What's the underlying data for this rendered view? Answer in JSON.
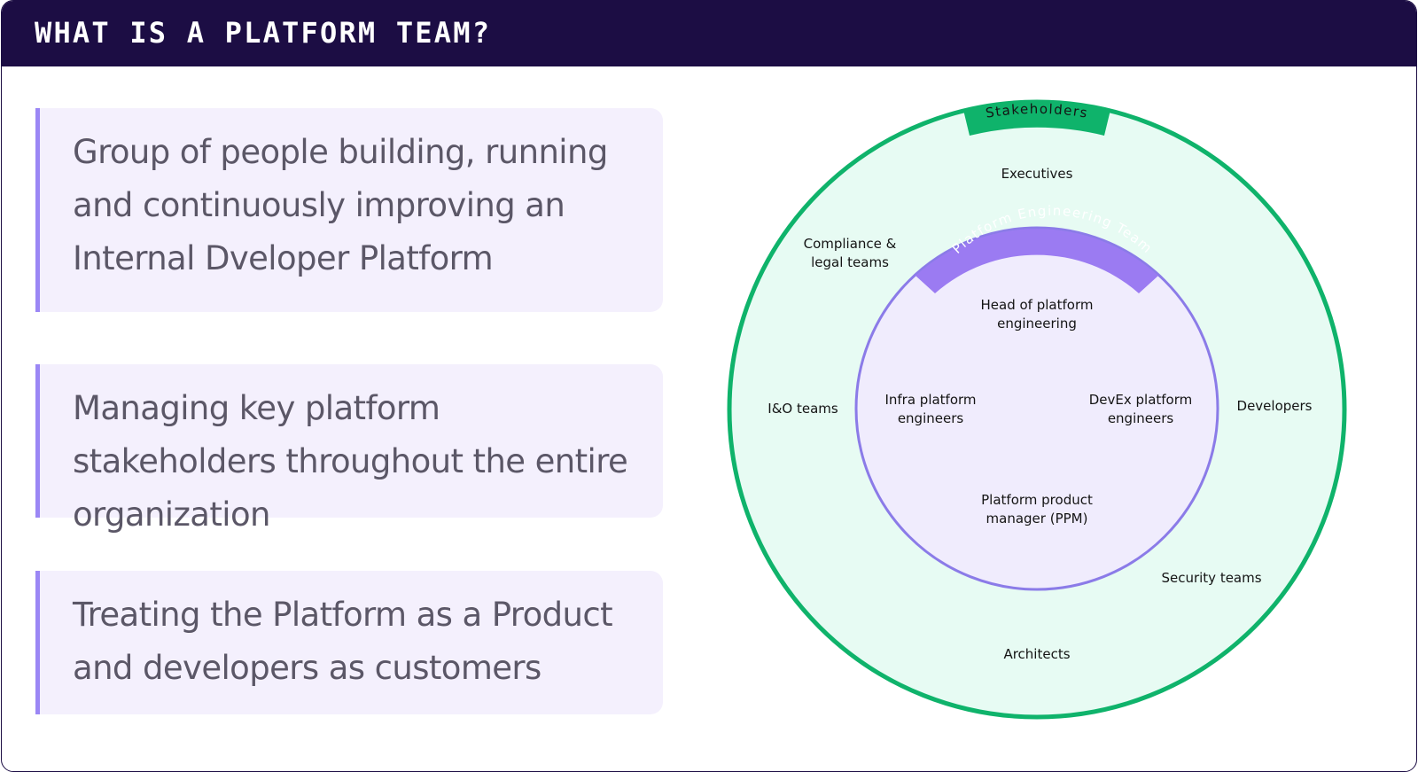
{
  "header": {
    "title": "WHAT IS A PLATFORM TEAM?"
  },
  "cards": [
    {
      "text": "Group of people building, running and continuously improving an Internal Dveloper Platform"
    },
    {
      "text": "Managing key platform stakeholders throughout the entire organization"
    },
    {
      "text": "Treating the Platform as a Product and developers as customers"
    }
  ],
  "diagram": {
    "outer_ring_label": "Stakeholders",
    "inner_ring_label": "Platform Engineering Team",
    "stakeholders": {
      "executives": "Executives",
      "compliance_line1": "Compliance &",
      "compliance_line2": "legal teams",
      "io_teams": "I&O teams",
      "developers": "Developers",
      "security_teams": "Security teams",
      "architects": "Architects"
    },
    "team": {
      "head_line1": "Head of platform",
      "head_line2": "engineering",
      "infra_line1": "Infra platform",
      "infra_line2": "engineers",
      "devex_line1": "DevEx platform",
      "devex_line2": "engineers",
      "ppm_line1": "Platform product",
      "ppm_line2": "manager (PPM)"
    },
    "colors": {
      "outer_fill": "#e7fbf3",
      "outer_stroke": "#0fb36b",
      "inner_fill": "#f0ecfd",
      "inner_stroke": "#8b7be8",
      "inner_badge": "#9b7bf2",
      "header_bg": "#1c0d44",
      "card_bg": "#f4f0fd",
      "card_accent": "#9b87f5"
    }
  }
}
